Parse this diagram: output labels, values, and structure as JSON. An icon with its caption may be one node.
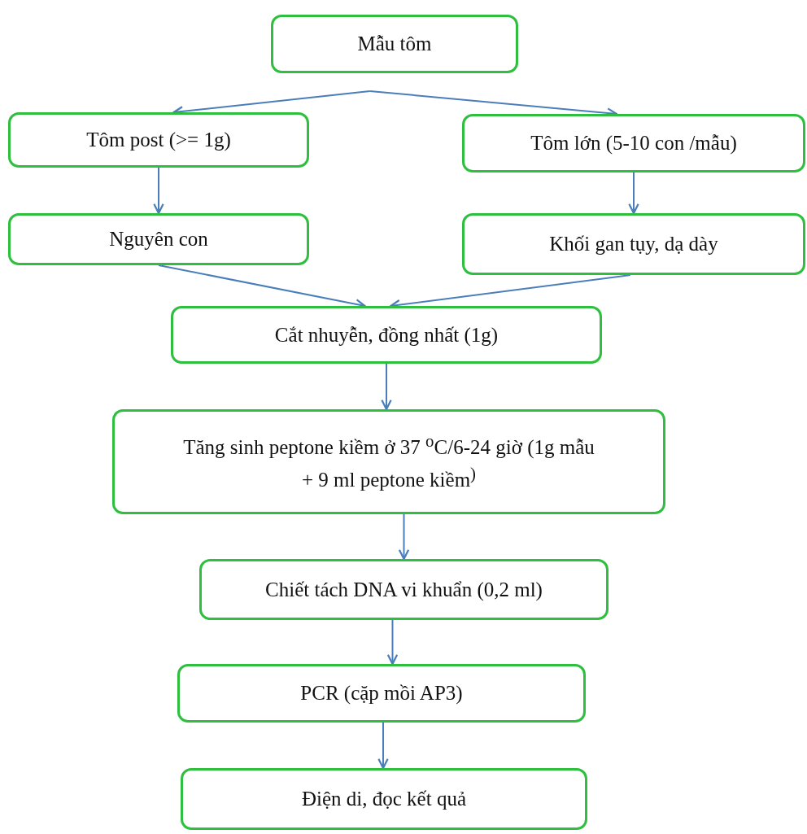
{
  "diagram": {
    "nodes": [
      {
        "text": [
          "Mẫu tôm"
        ]
      },
      {
        "text": [
          "Tôm post (>= 1g)"
        ]
      },
      {
        "text": [
          "Tôm lớn (5-10 con /mẫu)"
        ]
      },
      {
        "text": [
          "Nguyên con"
        ]
      },
      {
        "text": [
          "Khối gan tụy, dạ dày"
        ]
      },
      {
        "text": [
          "Cắt nhuyễn, đồng nhất (1g)"
        ]
      },
      {
        "text": [
          "Tăng sinh peptone kiềm ở 37 $^{o}$C/6-24 giờ (1g mẫu + 9 ml peptone kiềm$^{)}$"
        ]
      },
      {
        "text": [
          "Chiết tách DNA vi khuẩn (0,2 ml)"
        ]
      },
      {
        "text": [
          "PCR (cặp mồi AP3)"
        ]
      },
      {
        "text": [
          "Điện di, đọc kết quả"
        ]
      }
    ],
    "edges": [
      {
        "from": 0,
        "to": 1,
        "arrow": "to"
      },
      {
        "from": 0,
        "to": 2,
        "arrow": "to"
      },
      {
        "from": 1,
        "to": 3,
        "arrow": "to"
      },
      {
        "from": 2,
        "to": 4,
        "arrow": "to"
      },
      {
        "from": 3,
        "to": 5,
        "arrow": "to"
      },
      {
        "from": 4,
        "to": 5,
        "arrow": "to"
      },
      {
        "from": 5,
        "to": 6,
        "arrow": "to"
      },
      {
        "from": 6,
        "to": 7,
        "arrow": "to"
      },
      {
        "from": 7,
        "to": 8,
        "arrow": "to"
      },
      {
        "from": 8,
        "to": 9,
        "arrow": "to"
      }
    ]
  }
}
